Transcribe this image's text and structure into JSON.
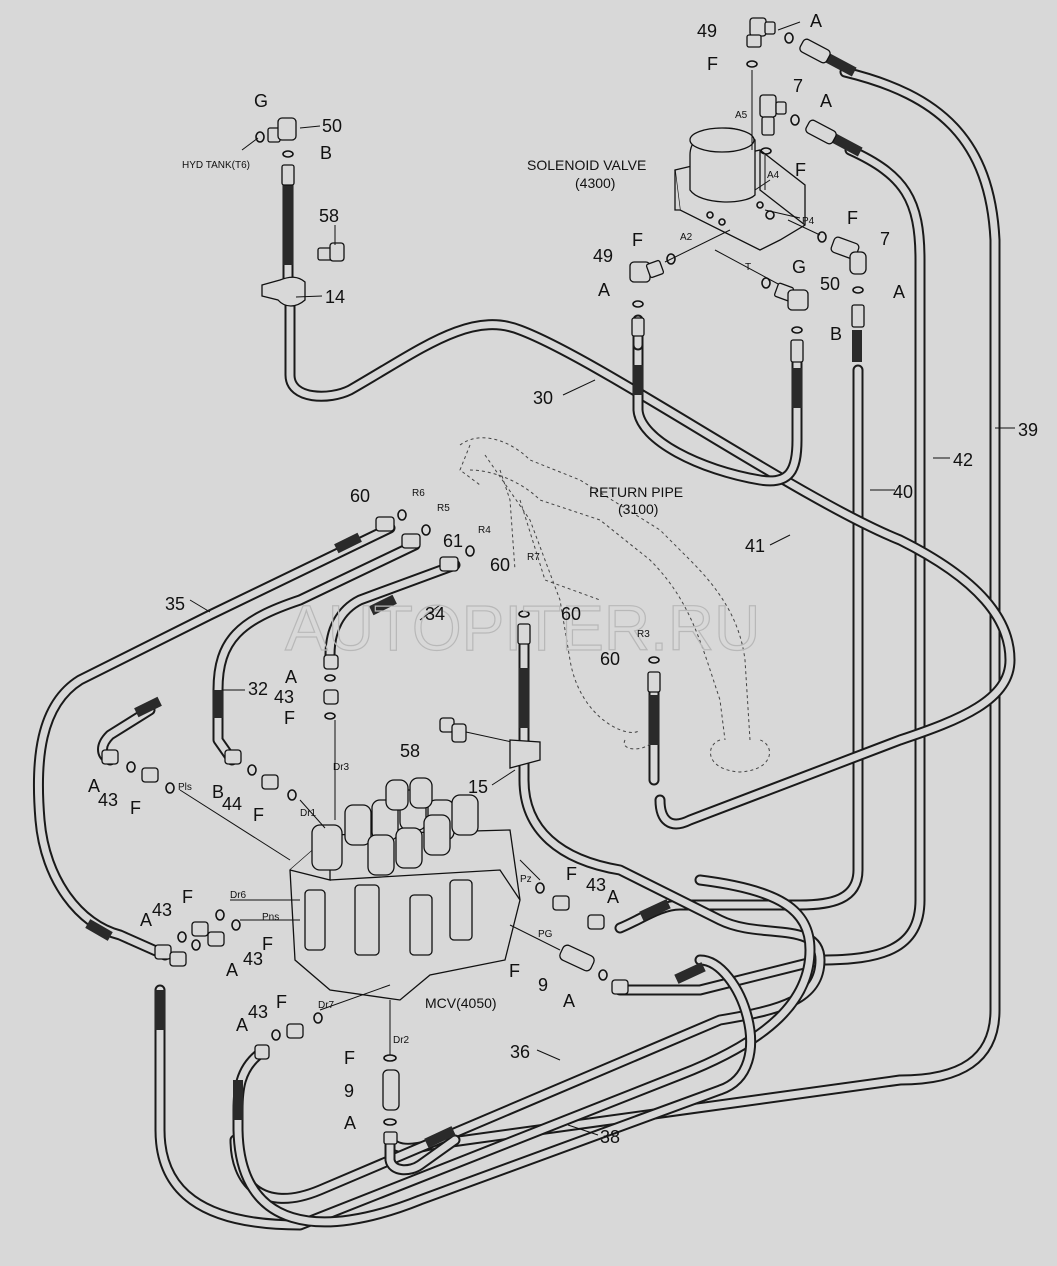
{
  "labels": {
    "hyd_tank": "HYD TANK(T6)",
    "solenoid_title": "SOLENOID VALVE",
    "solenoid_code": "(4300)",
    "return_pipe_title": "RETURN PIPE",
    "return_pipe_code": "(3100)",
    "mcv": "MCV(4050)",
    "watermark": "AUTOPITER.RU"
  },
  "callouts": {
    "n49a": "49",
    "n49b": "49",
    "n50a": "50",
    "n50b": "50",
    "n7a": "7",
    "n7b": "7",
    "n58a": "58",
    "n58b": "58",
    "n14": "14",
    "n30": "30",
    "n39": "39",
    "n40": "40",
    "n41": "41",
    "n42": "42",
    "n60a": "60",
    "n60b": "60",
    "n60c": "60",
    "n60d": "60",
    "n61": "61",
    "n34": "34",
    "n35": "35",
    "n32": "32",
    "n15": "15",
    "n43a": "43",
    "n43b": "43",
    "n43c": "43",
    "n43d": "43",
    "n43e": "43",
    "n43f": "43",
    "n44": "44",
    "n9a": "9",
    "n9b": "9",
    "n36": "36",
    "n38": "38",
    "A1": "A",
    "A2": "A",
    "A3": "A",
    "A4": "A",
    "A5": "A",
    "A6": "A",
    "A7": "A",
    "A8": "A",
    "A9": "A",
    "A10": "A",
    "A11": "A",
    "A12": "A",
    "B1": "B",
    "B2": "B",
    "B3": "B",
    "F1": "F",
    "F2": "F",
    "F3": "F",
    "F4": "F",
    "F5": "F",
    "F6": "F",
    "F7": "F",
    "F8": "F",
    "F9": "F",
    "F10": "F",
    "F11": "F",
    "F12": "F",
    "F13": "F",
    "G1": "G",
    "G2": "G"
  },
  "ports": {
    "A5": "A5",
    "A4": "A4",
    "A2": "A2",
    "P4": "P4",
    "T": "T",
    "R6": "R6",
    "R5": "R5",
    "R4": "R4",
    "R7": "R7",
    "R3": "R3",
    "Dr3": "Dr3",
    "Dr1": "Dr1",
    "Dr6": "Dr6",
    "Dr7": "Dr7",
    "Dr2": "Dr2",
    "Pls": "Pls",
    "Pns": "Pns",
    "Pz": "Pz",
    "PG": "PG"
  }
}
